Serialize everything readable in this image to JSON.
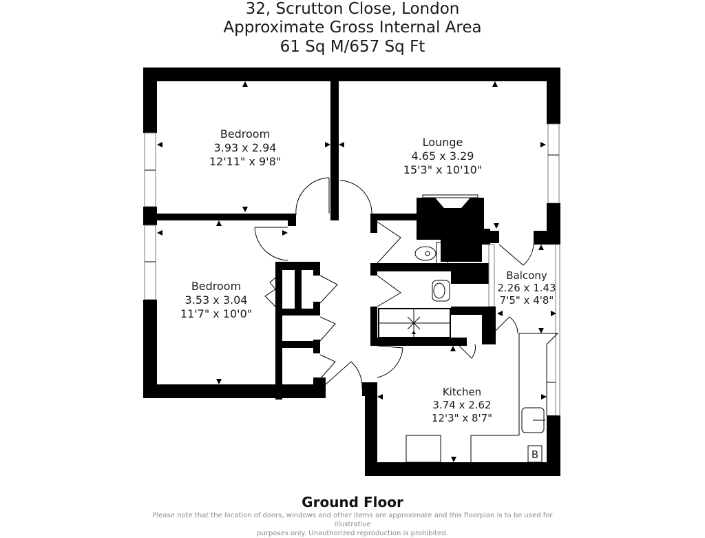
{
  "header": {
    "address": "32, Scrutton Close, London",
    "area_label": "Approximate Gross Internal Area",
    "area_value": "61 Sq M/657 Sq Ft"
  },
  "rooms": [
    {
      "name": "Bedroom",
      "metric": "3.93 x 2.94",
      "imperial": "12'11\" x 9'8\""
    },
    {
      "name": "Lounge",
      "metric": "4.65 x 3.29",
      "imperial": "15'3\" x 10'10\""
    },
    {
      "name": "Bedroom",
      "metric": "3.53 x 3.04",
      "imperial": "11'7\" x 10'0\""
    },
    {
      "name": "Balcony",
      "metric": "2.26 x 1.43",
      "imperial": "7'5\" x 4'8\""
    },
    {
      "name": "Kitchen",
      "metric": "3.74 x 2.62",
      "imperial": "12'3\" x 8'7\""
    }
  ],
  "fixtures": {
    "boiler_label": "B"
  },
  "footer": {
    "floor_label": "Ground Floor",
    "disclaimer_line1": "Please note that the location of doors, windows and other items are approximate and this floorplan is to be used for illustrative",
    "disclaimer_line2": "purposes only. Unauthorized reproduction is prohibited."
  }
}
